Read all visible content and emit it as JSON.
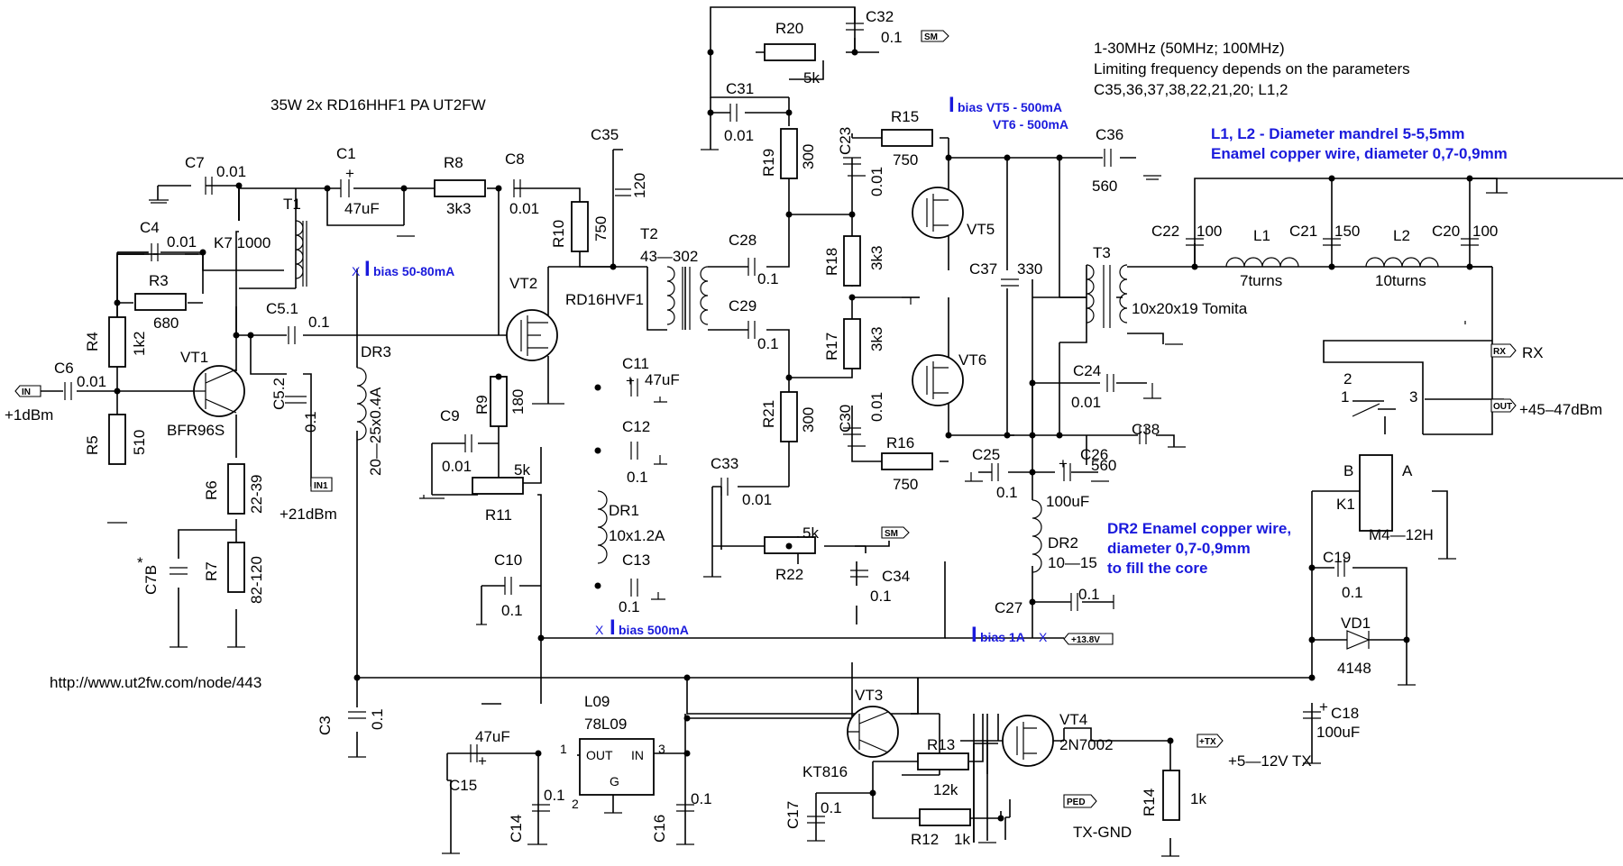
{
  "title": "35W 2x RD16HHF1 PA UT2FW",
  "url": "http://www.ut2fw.com/node/443",
  "notes": {
    "freq": "1-30MHz (50MHz; 100MHz)",
    "limit": "Limiting frequency depends on the parameters",
    "params": "C35,36,37,38,22,21,20; L1,2",
    "coil1": "L1, L2 - Diameter mandrel 5-5,5mm",
    "coil2": "Enamel copper wire, diameter 0,7-0,9mm",
    "dr2_1": "DR2 Enamel copper wire,",
    "dr2_2": "diameter 0,7-0,9mm",
    "dr2_3": "to fill the core"
  },
  "bias": {
    "vt56_big": "I",
    "vt5": "bias VT5 - 500mA",
    "vt6": "VT6 - 500mA",
    "i1": "I",
    "b1": "bias 50-80mA",
    "i2": "I",
    "b2": "bias 500mA",
    "i3": "I",
    "b3": "bias 1A",
    "x": "X"
  },
  "levels": {
    "in": "+1dBm",
    "mid": "+21dBm",
    "out": "+45–47dBm",
    "tx": "+5—12V TX",
    "txgnd": "TX-GND",
    "rx": "RX"
  },
  "ports": {
    "in": "IN",
    "in1": "IN1",
    "sm": "SM",
    "rx": "RX",
    "out": "OUT",
    "v138": "+13.8V",
    "tx": "+TX",
    "ped": "PED"
  },
  "labels": {
    "C1": "C1",
    "C1v": "47uF",
    "C3": "C3",
    "C3v": "0.1",
    "C4": "C4",
    "C4v": "0.01",
    "C51": "C5.1",
    "C51v": "0.1",
    "C52": "C5.2",
    "C52v": "0.1",
    "C6": "C6",
    "C6v": "0.01",
    "C7": "C7",
    "C7v": "0.01",
    "C7B": "C7B",
    "C7Bs": "*",
    "C8": "C8",
    "C8v": "0.01",
    "C9": "C9",
    "C9v": "0.01",
    "C10": "C10",
    "C10v": "0.1",
    "C11": "C11",
    "C11v": "47uF",
    "C12": "C12",
    "C12v": "0.1",
    "C13": "C13",
    "C13v": "0.1",
    "C14": "C14",
    "C14v": "0.1",
    "C15": "C15",
    "C15v": "47uF",
    "C16": "C16",
    "C16v": "0.1",
    "C17": "C17",
    "C17v": "0.1",
    "C18": "C18",
    "C18v": "100uF",
    "C19": "C19",
    "C19v": "0.1",
    "C20": "C20",
    "C20v": "100",
    "C21": "C21",
    "C21v": "150",
    "C22": "C22",
    "C22v": "100",
    "C23": "C23",
    "C23v": "0.01",
    "C24": "C24",
    "C24v": "0.01",
    "C25": "C25",
    "C25v": "0.1",
    "C26": "C26",
    "C26v": "100uF",
    "C27": "C27",
    "C27v": "0.1",
    "C28": "C28",
    "C28v": "0.1",
    "C29": "C29",
    "C29v": "0.1",
    "C30": "C30",
    "C30v": "0.01",
    "C31": "C31",
    "C31v": "0.01",
    "C32": "C32",
    "C32v": "0.1",
    "C33": "C33",
    "C33v": "0.01",
    "C34": "C34",
    "C34v": "0.1",
    "C35": "C35",
    "C35v": "120",
    "C36": "C36",
    "C36v": "560",
    "C37": "C37",
    "C37v": "330",
    "C38": "C38",
    "C38v": "560",
    "R3": "R3",
    "R3v": "680",
    "R4": "R4",
    "R4v": "1k2",
    "R5": "R5",
    "R5v": "510",
    "R6": "R6",
    "R6v": "22-39",
    "R7": "R7",
    "R7v": "82-120",
    "R8": "R8",
    "R8v": "3k3",
    "R9": "R9",
    "R9v": "180",
    "R10": "R10",
    "R10v": "750",
    "R11": "R11",
    "R11v": "5k",
    "R12": "R12",
    "R12v": "1k",
    "R13": "R13",
    "R13v": "12k",
    "R14": "R14",
    "R14v": "1k",
    "R15": "R15",
    "R15v": "750",
    "R16": "R16",
    "R16v": "750",
    "R17": "R17",
    "R17v": "3k3",
    "R18": "R18",
    "R18v": "3k3",
    "R19": "R19",
    "R19v": "300",
    "R20": "R20",
    "R20v": "5k",
    "R21": "R21",
    "R21v": "300",
    "R22": "R22",
    "R22v": "5k",
    "T1": "T1",
    "T1v": "K7 1000",
    "T2": "T2",
    "T2v": "43—302",
    "T3": "T3",
    "T3v": "10x20x19 Tomita",
    "L1": "L1",
    "L1v": "7turns",
    "L2": "L2",
    "L2v": "10turns",
    "DR1": "DR1",
    "DR1v": "10x1.2A",
    "DR2": "DR2",
    "DR2v": "10—15",
    "DR3": "DR3",
    "DR3v": "20—25x0.4A",
    "VT1": "VT1",
    "VT1v": "BFR96S",
    "VT2": "VT2",
    "VT2v": "RD16HVF1",
    "VT3": "VT3",
    "VT3v": "KT816",
    "VT4": "VT4",
    "VT4v": "2N7002",
    "VT5": "VT5",
    "VT6": "VT6",
    "VD1": "VD1",
    "VD1v": "4148",
    "K1": "K1",
    "K1v": "M4—12H",
    "K1a": "A",
    "K1b": "B",
    "K1p1": "1",
    "K1p2": "2",
    "K1p3": "3",
    "L09": "L09",
    "L09v": "78L09",
    "L09out": "OUT",
    "L09in": "IN",
    "L09g": "G",
    "L09p1": "1",
    "L09p2": "2",
    "L09p3": "3",
    "plus": "+"
  }
}
